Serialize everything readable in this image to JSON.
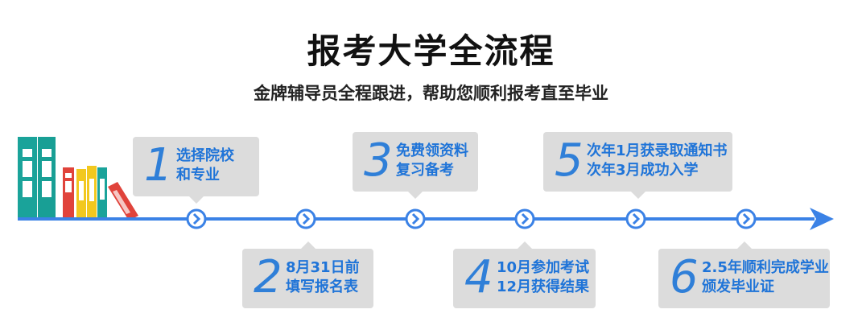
{
  "header": {
    "title": "报考大学全流程",
    "subtitle": "金牌辅导员全程跟进，帮助您顺利报考直至毕业"
  },
  "steps": [
    {
      "num": "1",
      "line1": "选择院校",
      "line2": "和专业"
    },
    {
      "num": "2",
      "line1": "8月31日前",
      "line2": "填写报名表"
    },
    {
      "num": "3",
      "line1": "免费领资料",
      "line2": "复习备考"
    },
    {
      "num": "4",
      "line1": "10月参加考试",
      "line2": "12月获得结果"
    },
    {
      "num": "5",
      "line1": "次年1月获录取通知书",
      "line2": "次年3月成功入学"
    },
    {
      "num": "6",
      "line1": "2.5年顺利完成学业",
      "line2": "颁发毕业证"
    }
  ],
  "colors": {
    "accent": "#2f7fd8",
    "line": "#3b82e6",
    "card": "#dcdcdc",
    "book_teal": "#1aa39a",
    "book_red": "#e0433b",
    "book_yellow": "#f2c81e"
  },
  "icons": [
    "books-icon",
    "chevron-right-circle-icon",
    "arrow-head-icon"
  ]
}
